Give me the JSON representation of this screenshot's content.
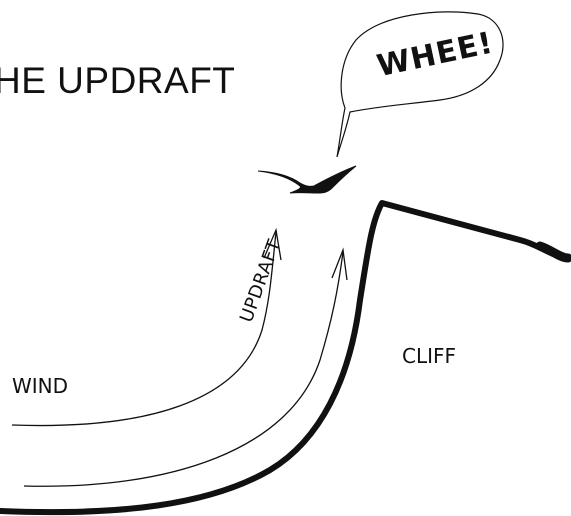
{
  "title": "HE UPDRAFT",
  "speech_bubble": {
    "text": "WHEE!"
  },
  "labels": {
    "wind": "WIND",
    "updraft": "UPDRAFT",
    "cliff": "CLIFF"
  },
  "icons": {
    "bird": "bird-icon",
    "arrows": "arrow-icon"
  },
  "colors": {
    "ink": "#111111",
    "background": "#ffffff"
  }
}
